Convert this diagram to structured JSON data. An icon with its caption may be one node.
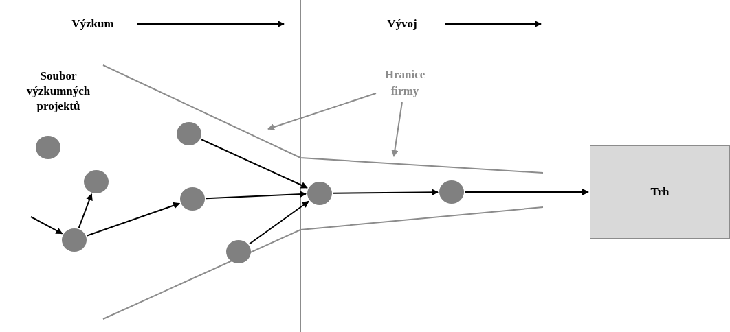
{
  "diagram": {
    "nodes": [
      {
        "text": [],
        "shape": "circle"
      },
      {
        "text": [],
        "shape": "circle"
      },
      {
        "text": [],
        "shape": "circle"
      },
      {
        "text": [],
        "shape": "circle"
      },
      {
        "text": [],
        "shape": "circle"
      },
      {
        "text": [],
        "shape": "circle"
      },
      {
        "text": [],
        "shape": "circle"
      },
      {
        "text": [],
        "shape": "circle"
      },
      {
        "text": [
          "Trh"
        ]
      },
      {
        "text": [
          "Hranice firmy"
        ]
      }
    ],
    "edges": [
      {
        "from": null,
        "to": 1,
        "arrow": "to"
      },
      {
        "from": 1,
        "to": 2,
        "arrow": "to"
      },
      {
        "from": 1,
        "to": 4,
        "arrow": "to"
      },
      {
        "from": 3,
        "to": 6,
        "arrow": "to"
      },
      {
        "from": 4,
        "to": 6,
        "arrow": "to"
      },
      {
        "from": 5,
        "to": 6,
        "arrow": "to"
      },
      {
        "from": 6,
        "to": 7,
        "arrow": "to"
      },
      {
        "from": 7,
        "to": 8,
        "arrow": "to"
      },
      {
        "from": 9,
        "to": null,
        "arrow": "to",
        "color": "#8c8c8c"
      },
      {
        "from": 9,
        "to": null,
        "arrow": "to",
        "color": "#8c8c8c"
      }
    ],
    "labels": [
      "Výzkum",
      "Vývoj",
      "Soubor výzkumných projektů"
    ]
  }
}
